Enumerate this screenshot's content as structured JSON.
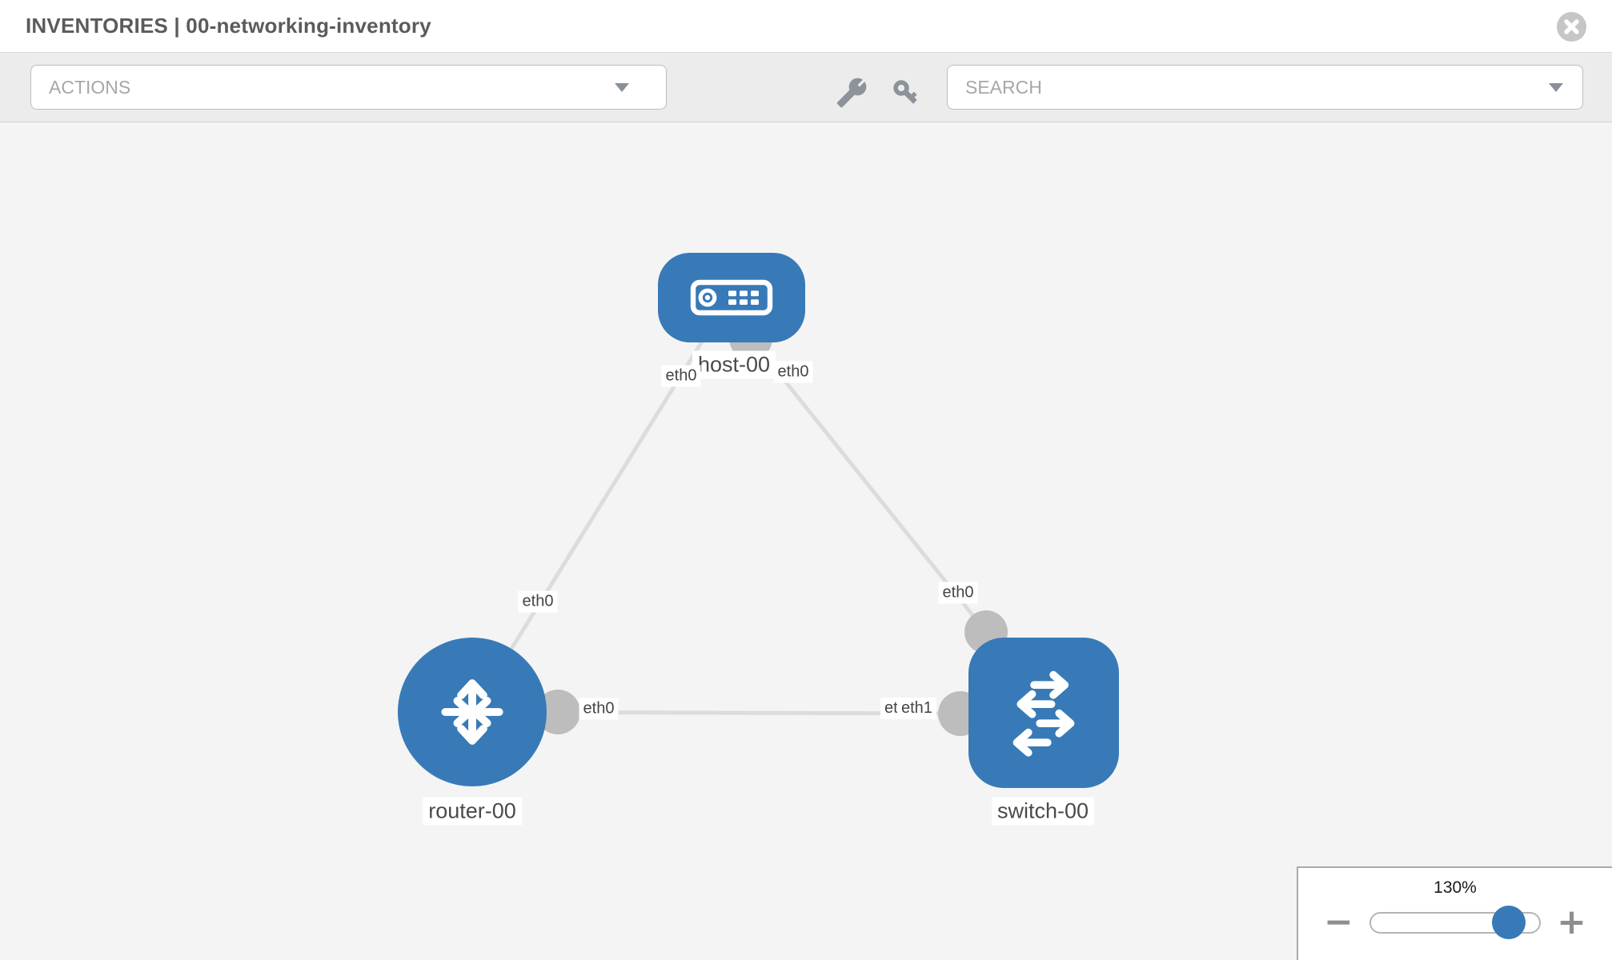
{
  "header": {
    "title": "INVENTORIES | 00-networking-inventory"
  },
  "toolbar": {
    "actions_label": "ACTIONS",
    "search_placeholder": "SEARCH",
    "icons": [
      "wrench",
      "key"
    ]
  },
  "topology": {
    "nodes": [
      {
        "id": "host-00",
        "type": "host",
        "label": "host-00"
      },
      {
        "id": "router-00",
        "type": "router",
        "label": "router-00"
      },
      {
        "id": "switch-00",
        "type": "switch",
        "label": "switch-00"
      }
    ],
    "links": [
      {
        "from": "host-00",
        "to": "router-00",
        "from_interface": "eth0",
        "to_interface": "eth0"
      },
      {
        "from": "host-00",
        "to": "switch-00",
        "from_interface": "eth0",
        "to_interface": "eth0"
      },
      {
        "from": "router-00",
        "to": "switch-00",
        "from_interface": "eth0",
        "to_interface": "eth1"
      }
    ],
    "overlapped_interface_label": "eth0"
  },
  "zoom_control": {
    "level": "130%",
    "minus_label": "−",
    "plus_label": "+"
  },
  "colors": {
    "node_blue": "#377ab7",
    "link_gray": "#dcdcdc",
    "connector_gray": "#bdbdbd",
    "canvas_bg": "#f4f4f4",
    "toolbar_bg": "#ececec"
  }
}
